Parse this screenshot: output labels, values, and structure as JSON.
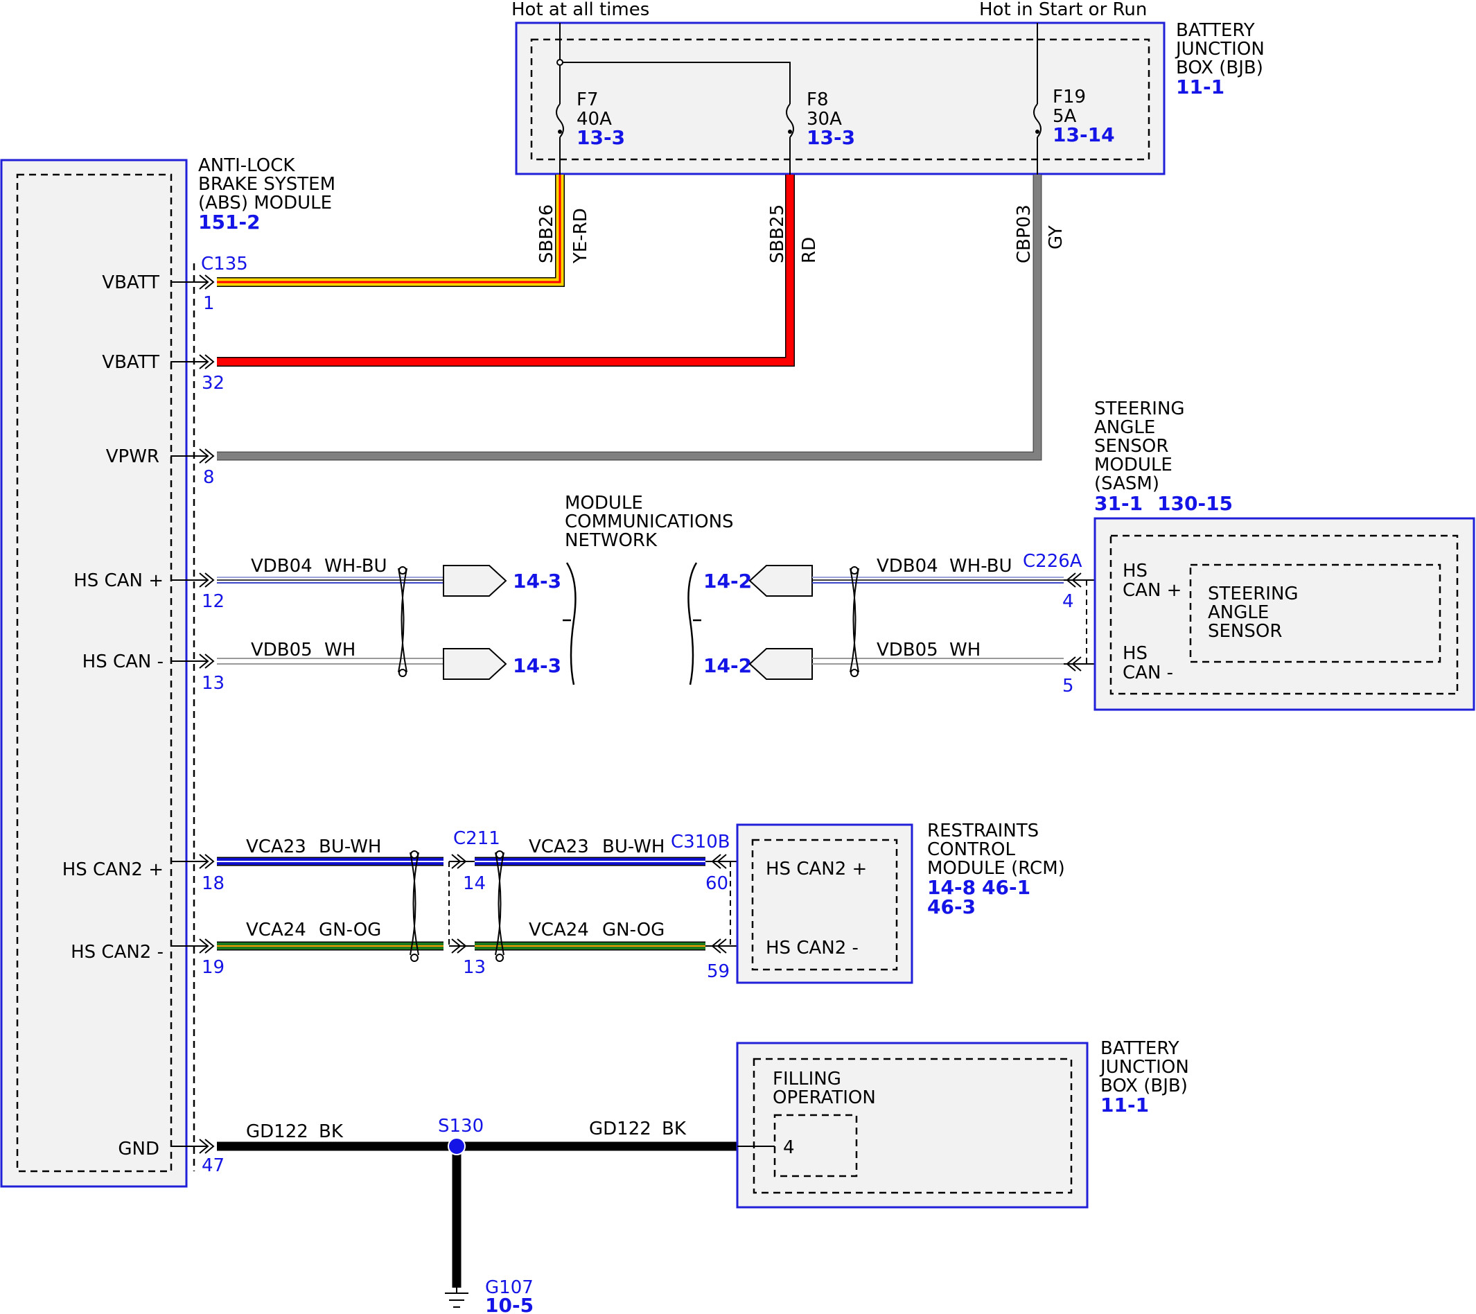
{
  "power": {
    "hot_all_times": "Hot at all times",
    "hot_start_run": "Hot in Start or Run"
  },
  "bjb_top": {
    "line1": "BATTERY",
    "line2": "JUNCTION",
    "line3": "BOX (BJB)",
    "ref": "11-1"
  },
  "fuses": [
    {
      "name": "F7",
      "rating": "40A",
      "ref": "13-3"
    },
    {
      "name": "F8",
      "rating": "30A",
      "ref": "13-3"
    },
    {
      "name": "F19",
      "rating": "5A",
      "ref": "13-14"
    }
  ],
  "wires_vertical": [
    {
      "circuit": "SBB26",
      "color": "YE-RD"
    },
    {
      "circuit": "SBB25",
      "color": "RD"
    },
    {
      "circuit": "CBP03",
      "color": "GY"
    }
  ],
  "abs": {
    "line1": "ANTI-LOCK",
    "line2": "BRAKE SYSTEM",
    "line3": "(ABS) MODULE",
    "ref": "151-2",
    "connector": "C135"
  },
  "abs_pins": [
    {
      "label": "VBATT",
      "pin": "1"
    },
    {
      "label": "VBATT",
      "pin": "32"
    },
    {
      "label": "VPWR",
      "pin": "8"
    },
    {
      "label": "HS CAN +",
      "pin": "12"
    },
    {
      "label": "HS CAN -",
      "pin": "13"
    },
    {
      "label": "HS CAN2 +",
      "pin": "18"
    },
    {
      "label": "HS CAN2 -",
      "pin": "19"
    },
    {
      "label": "GND",
      "pin": "47"
    }
  ],
  "network": {
    "line1": "MODULE",
    "line2": "COMMUNICATIONS",
    "line3": "NETWORK",
    "ref_left": "14-3",
    "ref_right": "14-2"
  },
  "can_wires": [
    {
      "circuit": "VDB04",
      "color": "WH-BU"
    },
    {
      "circuit": "VDB05",
      "color": "WH"
    }
  ],
  "sasm": {
    "line1": "STEERING",
    "line2": "ANGLE",
    "line3": "SENSOR",
    "line4": "MODULE",
    "line5": "(SASM)",
    "ref1": "31-1",
    "ref2": "130-15",
    "connector": "C226A",
    "pins": [
      {
        "l1": "HS",
        "l2": "CAN +",
        "pin": "4"
      },
      {
        "l1": "HS",
        "l2": "CAN -",
        "pin": "5"
      }
    ],
    "inner1": "STEERING",
    "inner2": "ANGLE",
    "inner3": "SENSOR"
  },
  "can2_wires": [
    {
      "circuit": "VCA23",
      "color": "BU-WH"
    },
    {
      "circuit": "VCA24",
      "color": "GN-OG"
    }
  ],
  "c211": {
    "name": "C211",
    "pins": [
      "14",
      "13"
    ]
  },
  "rcm": {
    "line1": "RESTRAINTS",
    "line2": "CONTROL",
    "line3": "MODULE (RCM)",
    "ref1": "14-8",
    "ref2": "46-1",
    "ref3": "46-3",
    "connector": "C310B",
    "pins": [
      {
        "label": "HS CAN2 +",
        "pin": "60"
      },
      {
        "label": "HS CAN2 -",
        "pin": "59"
      }
    ]
  },
  "ground": {
    "circuit": "GD122",
    "color": "BK",
    "splice": "S130",
    "gnd": "G107",
    "gnd_ref": "10-5"
  },
  "bjb_bottom": {
    "line1": "BATTERY",
    "line2": "JUNCTION",
    "line3": "BOX (BJB)",
    "ref": "11-1",
    "inner1": "FILLING",
    "inner2": "OPERATION",
    "pin": "4"
  },
  "colors": {
    "box_border": "#2020d8",
    "box_fill": "#f2f2f2",
    "ref_blue": "#1414e6",
    "yellow": "#ffd700",
    "red": "#ff0000",
    "gray": "#808080",
    "blue": "#1010d0",
    "green": "#1e7a1e",
    "black": "#000000"
  }
}
